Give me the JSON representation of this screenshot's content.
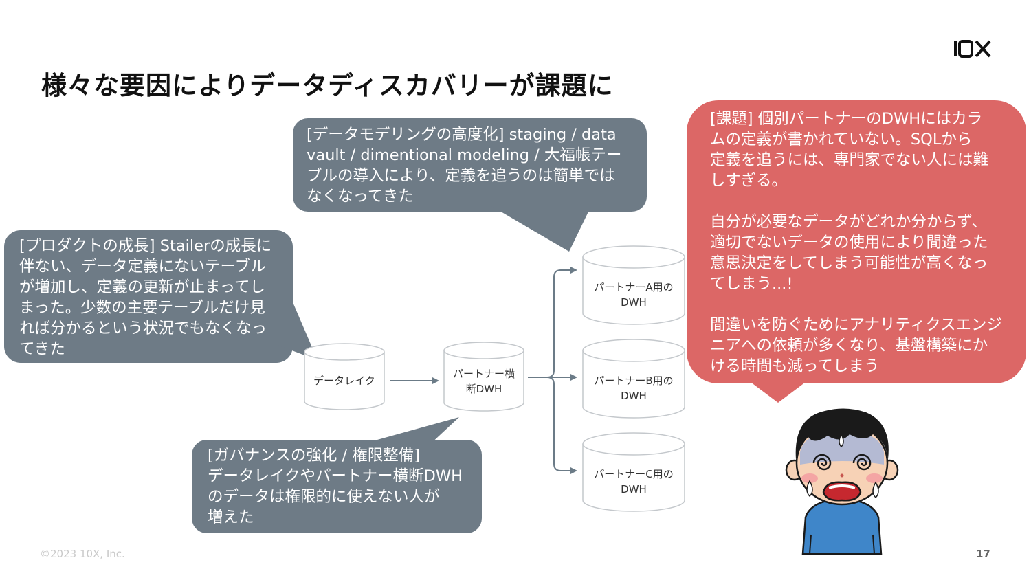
{
  "slide": {
    "title": "様々な要因によりデータディスカバリーが課題に",
    "copyright": "©2023 10X, Inc.",
    "page_number": "17",
    "logo_alt": "10X"
  },
  "callouts": {
    "modeling": "[データモデリングの高度化] staging / data\nvault / dimentional modeling / 大福帳テー\nブルの導入により、定義を追うのは簡単では\nなくなってきた",
    "product": "[プロダクトの成長] Stailerの成長に\n伴ない、データ定義にないテーブル\nが増加し、定義の更新が止まってし\nまった。少数の主要テーブルだけ見\nれば分かるという状況でもなくなっ\nてきた",
    "governance": "[ガバナンスの強化 / 権限整備]\nデータレイクやパートナー横断DWH\nのデータは権限的に使えない人が\n増えた",
    "issue": "[課題] 個別パートナーのDWHにはカラ\nムの定義が書かれていない。SQLから\n定義を追うには、専門家でない人には難\nしすぎる。\n\n自分が必要なデータがどれか分からず、\n適切でないデータの使用により間違った\n意思決定をしてしまう可能性が高くなっ\nてしまう...!\n\n間違いを防ぐためにアナリティクスエンジ\nニアへの依頼が多くなり、基盤構築にか\nける時間も減ってしまう"
  },
  "nodes": {
    "datalake": "データレイク",
    "cross_dwh": "パートナー横\n断DWH",
    "dwh_a": "パートナーA用の\nDWH",
    "dwh_b": "パートナーB用の\nDWH",
    "dwh_c": "パートナーC用の\nDWH"
  },
  "colors": {
    "gray_bubble": "#6e7b86",
    "red_bubble": "#dc6766",
    "edge": "#6b7b87",
    "cylinder_stroke": "#c4c8cc"
  }
}
